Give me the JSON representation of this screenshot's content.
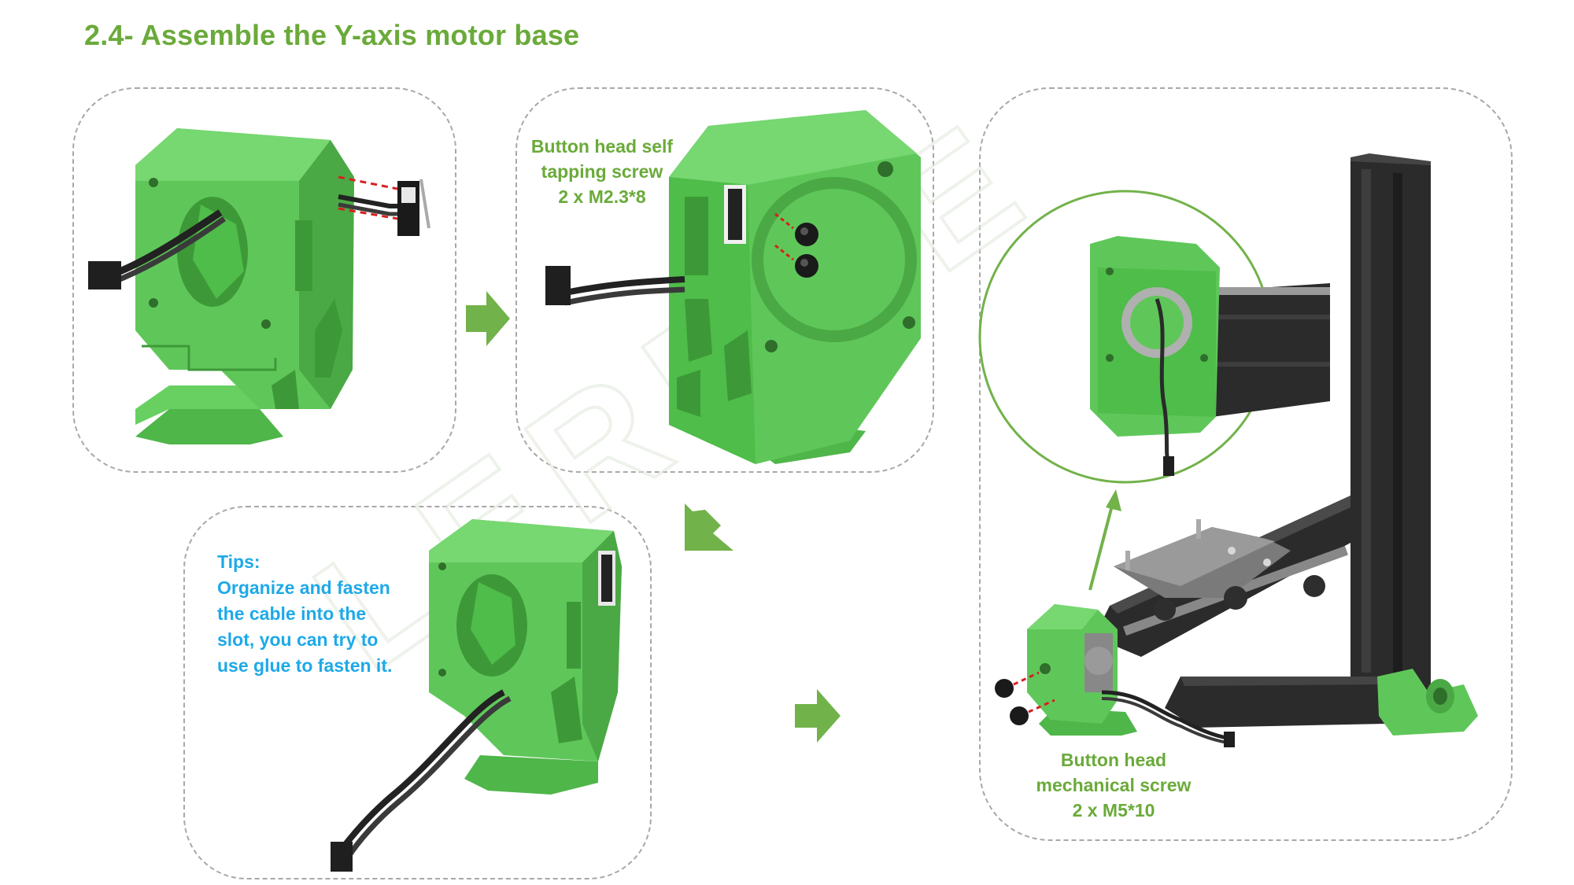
{
  "title": "2.4- Assemble the Y-axis motor base",
  "watermark": "LERDGE",
  "step2": {
    "label_lines": [
      "Button head self",
      "tapping screw",
      "2 x M2.3*8"
    ]
  },
  "step3": {
    "tips_lines": [
      "Tips:",
      "Organize and fasten",
      "the cable into the",
      "slot, you can try to",
      "use glue to fasten it."
    ]
  },
  "step4": {
    "label_lines": [
      "Button head",
      "mechanical screw",
      "2 x M5*10"
    ]
  },
  "colors": {
    "title": "#6aaa3a",
    "label": "#6aaa3a",
    "tips": "#1ea9e8",
    "part_green": "#5fc75a",
    "arrow_green": "#72b24a",
    "frame_dark": "#2b2b2b",
    "panel_border": "#a8a8a8"
  },
  "icons": [
    "right-arrow-icon",
    "down-left-arrow-icon",
    "up-arrow-icon",
    "screw-icon",
    "connector-icon"
  ]
}
